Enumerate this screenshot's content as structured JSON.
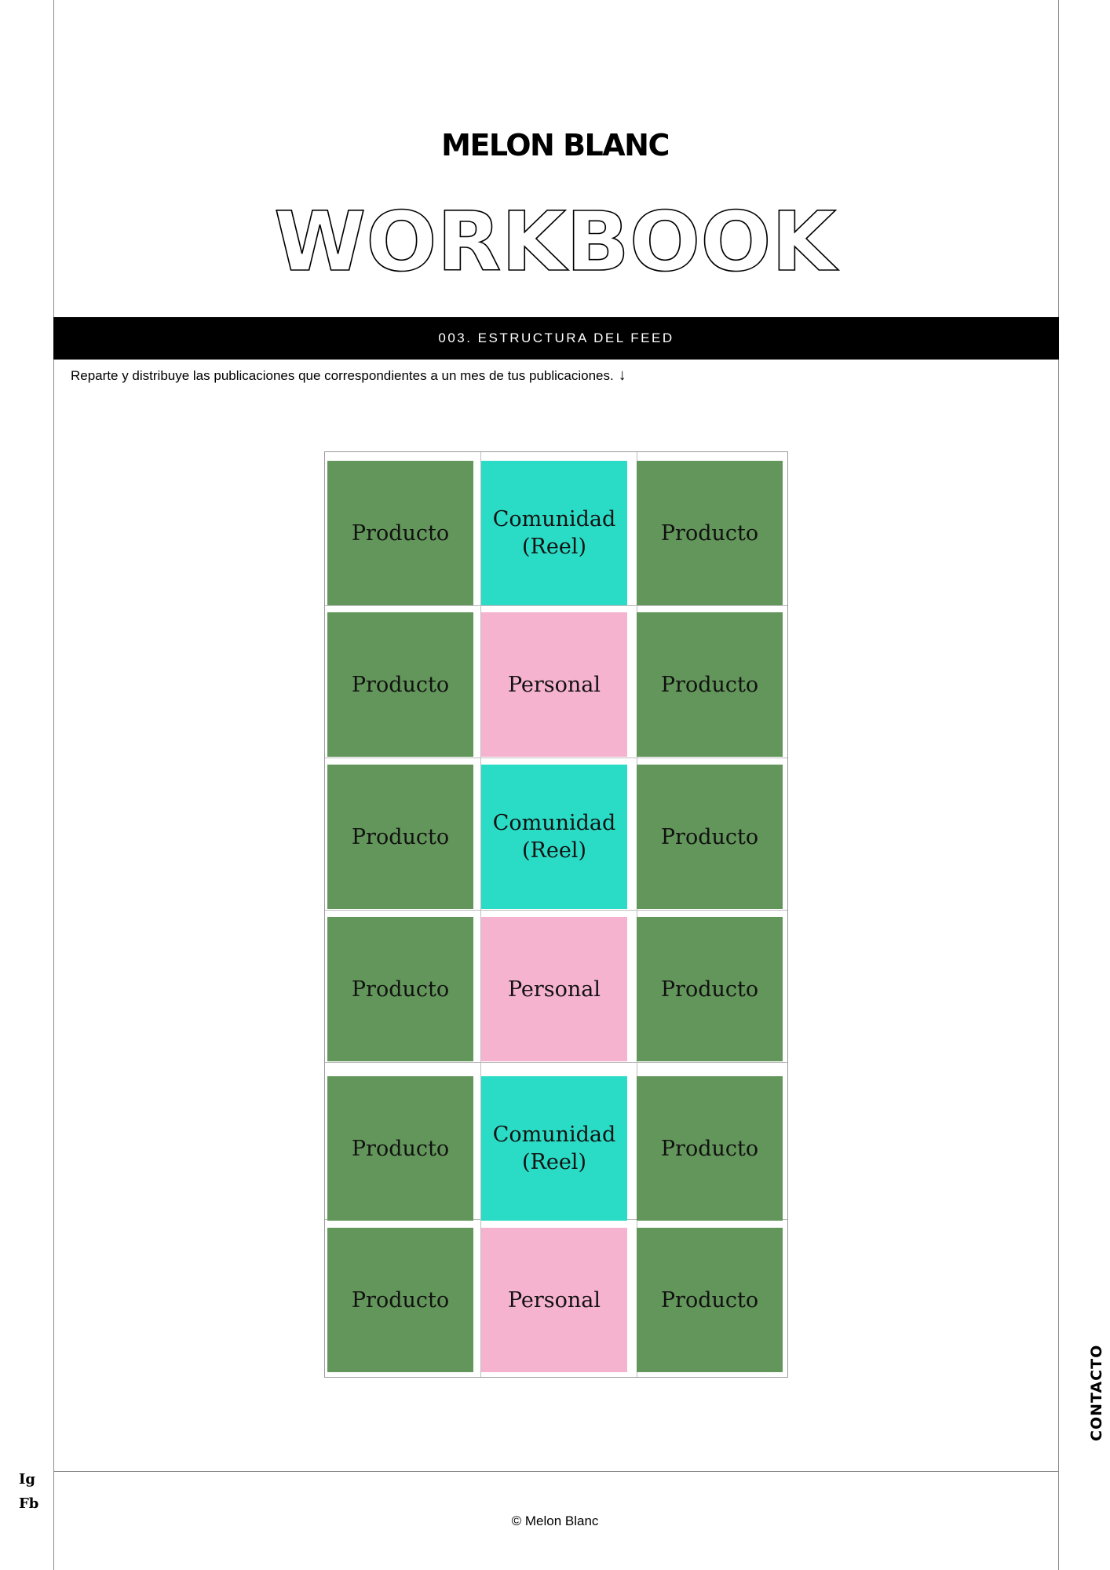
{
  "brand": "MELON BLANC",
  "title": "WORKBOOK",
  "section": "003. ESTRUCTURA DEL FEED",
  "instruction": "Reparte y distribuye las publicaciones que correspondientes a un mes de tus publicaciones.",
  "instruction_arrow": "↓",
  "colors": {
    "producto": "#63965a",
    "comunidad": "#2adcc6",
    "personal": "#f6b3cf"
  },
  "feed": [
    [
      {
        "label": "Producto",
        "kind": "producto"
      },
      {
        "label": "Comunidad\n(Reel)",
        "kind": "comunidad"
      },
      {
        "label": "Producto",
        "kind": "producto"
      }
    ],
    [
      {
        "label": "Producto",
        "kind": "producto"
      },
      {
        "label": "Personal",
        "kind": "personal"
      },
      {
        "label": "Producto",
        "kind": "producto"
      }
    ],
    [
      {
        "label": "Producto",
        "kind": "producto"
      },
      {
        "label": "Comunidad\n(Reel)",
        "kind": "comunidad"
      },
      {
        "label": "Producto",
        "kind": "producto"
      }
    ],
    [
      {
        "label": "Producto",
        "kind": "producto"
      },
      {
        "label": "Personal",
        "kind": "personal"
      },
      {
        "label": "Producto",
        "kind": "producto"
      }
    ],
    [
      {
        "label": "Producto",
        "kind": "producto"
      },
      {
        "label": "Comunidad\n(Reel)",
        "kind": "comunidad"
      },
      {
        "label": "Producto",
        "kind": "producto"
      }
    ],
    [
      {
        "label": "Producto",
        "kind": "producto"
      },
      {
        "label": "Personal",
        "kind": "personal"
      },
      {
        "label": "Producto",
        "kind": "producto"
      }
    ]
  ],
  "side": {
    "contact": "CONTACTO",
    "instagram": "Ig",
    "facebook": "Fb"
  },
  "footer": "© Melon Blanc"
}
